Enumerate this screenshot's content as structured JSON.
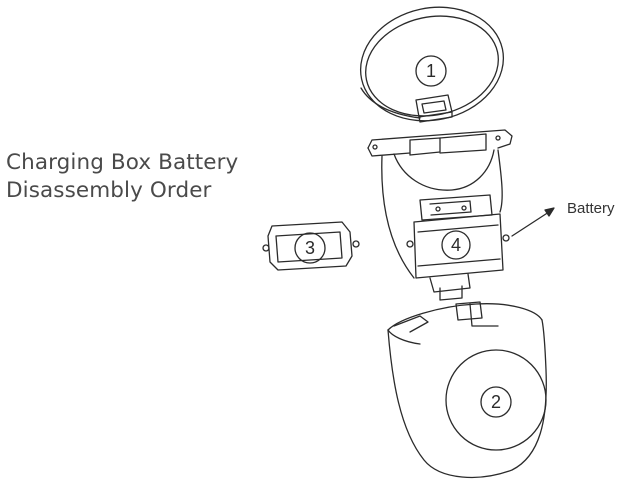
{
  "title": {
    "line1": "Charging Box Battery",
    "line2": "Disassembly Order"
  },
  "callout": {
    "battery": "Battery"
  },
  "steps": {
    "s1": "1",
    "s2": "2",
    "s3": "3",
    "s4": "4"
  },
  "colors": {
    "line": "#2b2b2b",
    "title_text": "#4a4a4a",
    "background": "#ffffff"
  }
}
